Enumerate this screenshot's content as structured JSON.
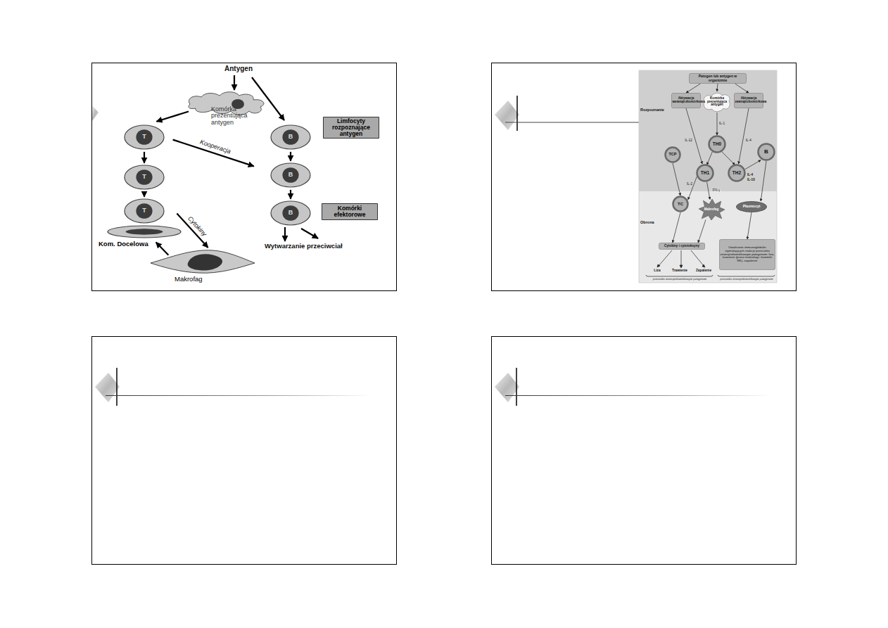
{
  "diagram": {
    "nodes": [
      {
        "text": [
          "Komórka prezentująca antygen"
        ]
      },
      {
        "text": [
          "T"
        ]
      },
      {
        "text": [
          "B"
        ]
      },
      {
        "text": [
          "Limfocyty rozpoznające antygen"
        ]
      },
      {
        "text": [
          "T"
        ]
      },
      {
        "text": [
          "B"
        ]
      },
      {
        "text": [
          "T"
        ]
      },
      {
        "text": [
          "B"
        ]
      },
      {
        "text": [
          "Komórki efektorowe"
        ]
      },
      {
        "text": [
          "Kom. Docelowa"
        ]
      },
      {
        "text": [
          "Makrofag"
        ]
      },
      {
        "text": [
          "Patogen lub antygen w organizmie"
        ]
      },
      {
        "text": [
          "Aktywacja wewnątrzkomórkowa"
        ]
      },
      {
        "text": [
          "Komórka prezentująca antygen"
        ]
      },
      {
        "text": [
          "Aktywacja zewnątrzkomórkowa"
        ]
      },
      {
        "text": [
          "TH0"
        ]
      },
      {
        "text": [
          "TCP"
        ]
      },
      {
        "text": [
          "B"
        ]
      },
      {
        "text": [
          "TH1"
        ]
      },
      {
        "text": [
          "TH2"
        ]
      },
      {
        "text": [
          "TC"
        ]
      },
      {
        "text": [
          "Makrofag"
        ]
      },
      {
        "text": [
          "Plazmocyt"
        ]
      },
      {
        "text": [
          "Cytokiny i cytotoksyny"
        ]
      },
      {
        "text": [
          "Uwalnianie immunoglobulin stymulujących reakcje przeciwko zewnątrzkomórkowym patogenom: liza, trawienie (przez makrofagi i komórki NK), zapalenie"
        ]
      }
    ],
    "edges": [
      {
        "from": 0,
        "to": 1,
        "arrow": "to"
      },
      {
        "from": 1,
        "to": 4,
        "arrow": "to"
      },
      {
        "from": 4,
        "to": 6,
        "arrow": "to"
      },
      {
        "from": 2,
        "to": 5,
        "arrow": "to"
      },
      {
        "from": 5,
        "to": 7,
        "arrow": "to"
      },
      {
        "from": 1,
        "to": 5,
        "label": "Kooperacja",
        "arrow": "to"
      },
      {
        "from": 6,
        "to": 10,
        "label": "Cytokiny",
        "arrow": "to"
      },
      {
        "from": 10,
        "to": 9,
        "arrow": "to"
      },
      {
        "from": 11,
        "to": 12,
        "arrow": "to"
      },
      {
        "from": 11,
        "to": 13,
        "arrow": "to"
      },
      {
        "from": 11,
        "to": 14,
        "arrow": "to"
      },
      {
        "from": 12,
        "to": 18,
        "label": "IL-12",
        "arrow": "to"
      },
      {
        "from": 13,
        "to": 15,
        "label": "IL-1",
        "arrow": "to"
      },
      {
        "from": 14,
        "to": 19,
        "label": "IL-4",
        "arrow": "to"
      },
      {
        "from": 15,
        "to": 18,
        "arrow": "to"
      },
      {
        "from": 15,
        "to": 19,
        "arrow": "to"
      },
      {
        "from": 16,
        "to": 20,
        "arrow": "to"
      },
      {
        "from": 18,
        "to": 20,
        "label": "IL-2",
        "arrow": "to"
      },
      {
        "from": 18,
        "to": 21,
        "label": "IFN-γ",
        "arrow": "to"
      },
      {
        "from": 19,
        "to": 17,
        "arrow": "to"
      },
      {
        "from": 17,
        "to": 22,
        "arrow": "to"
      },
      {
        "from": 20,
        "to": 23,
        "arrow": "to"
      },
      {
        "from": 21,
        "to": 23,
        "arrow": "to"
      },
      {
        "from": 22,
        "to": 24,
        "arrow": "to"
      }
    ],
    "labels": [
      "Antygen",
      "Wytwarzanie przeciwciał",
      "Rozpoznanie",
      "Obrona",
      "IL-4",
      "IL-10",
      "Liza",
      "Trawienie",
      "Zapalenie",
      "przeciwko wewnątrzkomórkowym patogenom",
      "przeciwko zewnątrzkomórkowym patogenom"
    ]
  }
}
